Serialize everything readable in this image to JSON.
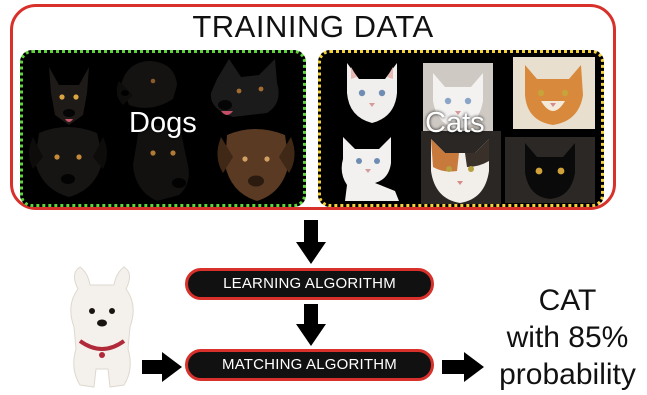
{
  "training": {
    "title": "TRAINING DATA",
    "dogs_label": "Dogs",
    "cats_label": "Cats"
  },
  "pipeline": {
    "learning_label": "LEARNING ALGORITHM",
    "matching_label": "MATCHING ALGORITHM"
  },
  "result": {
    "line1": "CAT",
    "line2": "with 85%",
    "line3": "probability"
  },
  "colors": {
    "frame_red": "#d8312b",
    "dogs_border": "#5cd43a",
    "cats_border": "#f2d13a"
  }
}
